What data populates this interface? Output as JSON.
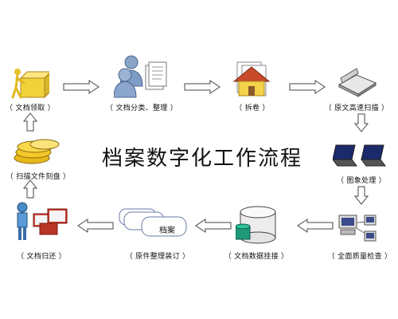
{
  "title": "档案数字化工作流程",
  "steps": [
    {
      "label": "（ 文档领取 ）",
      "icon": "box-worker-icon"
    },
    {
      "label": "（ 文档分类、整理 ）",
      "icon": "people-documents-icon"
    },
    {
      "label": "（ 拆卷 ）",
      "icon": "house-folder-icon"
    },
    {
      "label": "（ 原文高速扫描 ）",
      "icon": "scanner-icon"
    },
    {
      "label": "（ 图象处理 ）",
      "icon": "laptops-icon"
    },
    {
      "label": "（ 全面质量检查 ）",
      "icon": "computer-network-icon"
    },
    {
      "label": "（ 文档数据挂接 ）",
      "icon": "database-cylinder-icon"
    },
    {
      "label": "（ 原件整理装订 ）",
      "icon": "bound-archive-icon"
    },
    {
      "label": "（ 文档归还 ）",
      "icon": "person-folders-icon"
    },
    {
      "label": "（ 扫描文件刻盘 ）",
      "icon": "disc-stack-icon"
    }
  ],
  "archive_box_text": "档案",
  "colors": {
    "arrow_stroke": "#444444",
    "arrow_fill": "#ffffff",
    "text": "#111111"
  }
}
